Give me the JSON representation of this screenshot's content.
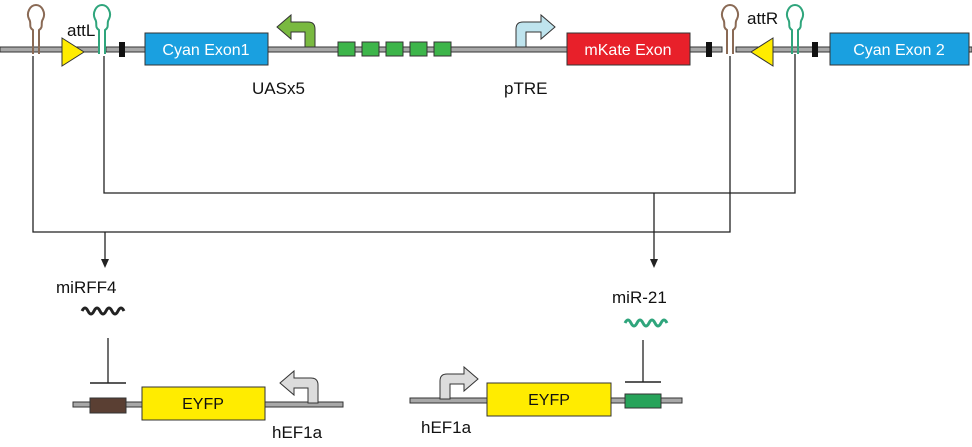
{
  "top_construct": {
    "attL_label": "attL",
    "attR_label": "attR",
    "cyan_exon1_label": "Cyan Exon1",
    "uas_label": "UASx5",
    "ptre_label": "pTRE",
    "mkate_label": "mKate Exon",
    "cyan_exon2_label": "Cyan Exon 2"
  },
  "left_sensor": {
    "mirna_label": "miRFF4",
    "reporter_label": "EYFP",
    "promoter_label": "hEF1a"
  },
  "right_sensor": {
    "mirna_label": "miR-21",
    "reporter_label": "EYFP",
    "promoter_label": "hEF1a"
  },
  "colors": {
    "cyan_exon": "#1aa0e0",
    "mkate_exon": "#e8202a",
    "eyfp": "#ffec00",
    "uas_boxes": "#3db54a",
    "uas_promoter": "#79b940",
    "ptre_promoter": "#bfe4ee",
    "hef1a_promoter": "#dcdcdc",
    "att_site": "#ffec00",
    "hairpin_brown": "#8a6a55",
    "hairpin_green": "#2fa57c",
    "mirff4_target": "#5a3f33",
    "mir21_target": "#27a35a",
    "mirff4_wave": "#222222",
    "mir21_wave": "#2fa57c",
    "dna": "#a8a8a8"
  }
}
